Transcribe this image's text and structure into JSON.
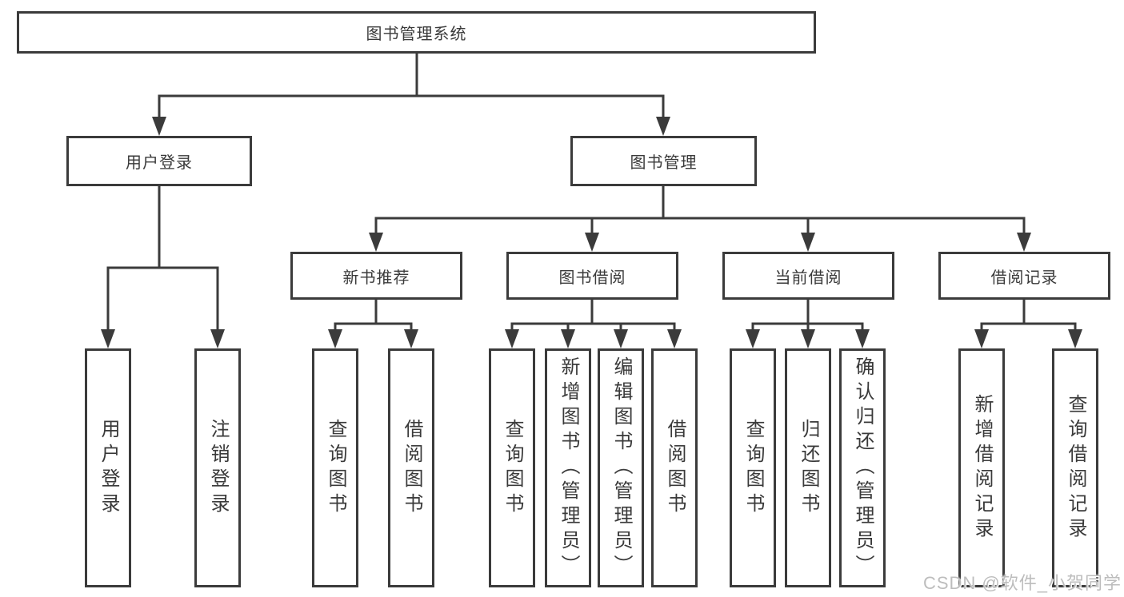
{
  "tree": {
    "root": {
      "label": "图书管理系统"
    },
    "branches": [
      {
        "label": "用户登录",
        "children": [
          {
            "label": "用户登录"
          },
          {
            "label": "注销登录"
          }
        ]
      },
      {
        "label": "图书管理",
        "children": [
          {
            "label": "新书推荐",
            "children": [
              {
                "label": "查询图书"
              },
              {
                "label": "借阅图书"
              }
            ]
          },
          {
            "label": "图书借阅",
            "children": [
              {
                "label": "查询图书"
              },
              {
                "label": "新增图书（管理员）"
              },
              {
                "label": "编辑图书（管理员）"
              },
              {
                "label": "借阅图书"
              }
            ]
          },
          {
            "label": "当前借阅",
            "children": [
              {
                "label": "查询图书"
              },
              {
                "label": "归还图书"
              },
              {
                "label": "确认归还（管理员）"
              }
            ]
          },
          {
            "label": "借阅记录",
            "children": [
              {
                "label": "新增借阅记录"
              },
              {
                "label": "查询借阅记录"
              }
            ]
          }
        ]
      }
    ]
  },
  "watermark": {
    "text": "CSDN @软件_小贺同学"
  },
  "colors": {
    "line": "#3b3b3b",
    "box_border": "#3b3b3b",
    "box_bg": "#ffffff",
    "text": "#3a3a3a",
    "watermark": "#bdbdbd"
  }
}
